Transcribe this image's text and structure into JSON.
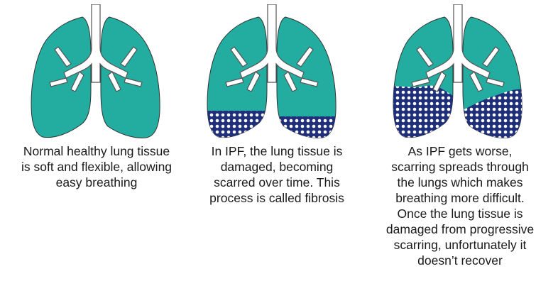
{
  "colors": {
    "healthy_tissue": "#22ADA0",
    "scarred_tissue": "#1F2F7A",
    "airway_outline": "#555555",
    "text": "#1a1a1a"
  },
  "stages": [
    {
      "caption_lines": [
        "Normal healthy lung tissue",
        "is soft and flexible, allowing",
        "easy breathing"
      ]
    },
    {
      "caption_lines": [
        "In IPF, the lung tissue is",
        "damaged, becoming",
        "scarred over time. This",
        "process is called fibrosis"
      ]
    },
    {
      "caption_lines": [
        "As IPF gets worse,",
        "scarring spreads through",
        "the lungs which makes",
        "breathing more difficult.",
        "Once the lung tissue is",
        "damaged  from progressive",
        "scarring, unfortunately it",
        "doesn’t recover"
      ]
    }
  ]
}
